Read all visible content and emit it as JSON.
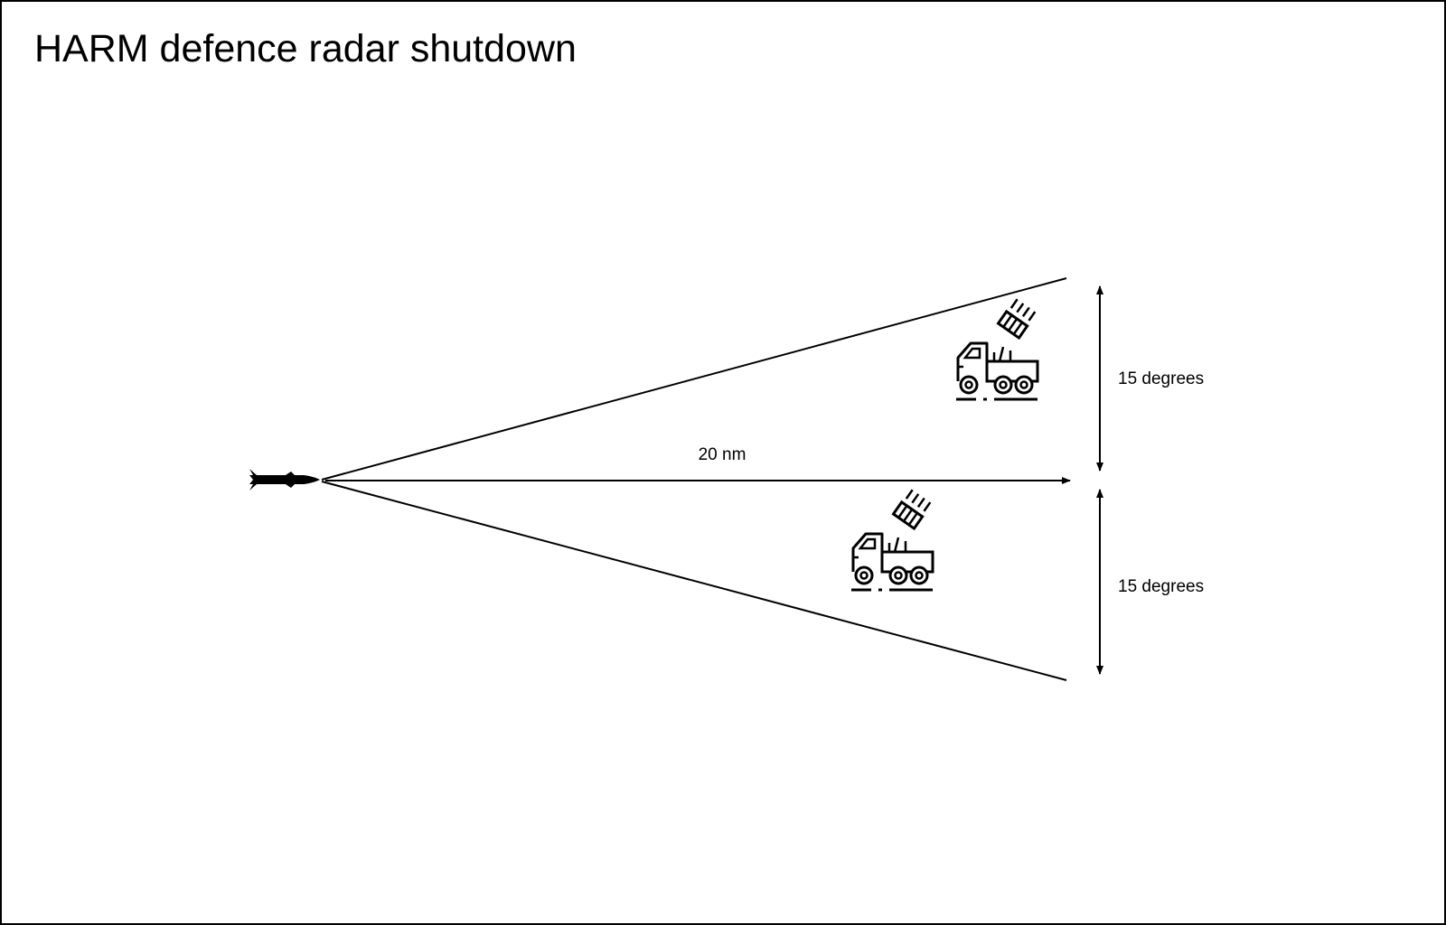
{
  "title": "HARM defence radar shutdown",
  "labels": {
    "range": "20 nm",
    "upper_angle": "15 degrees",
    "lower_angle": "15 degrees"
  },
  "icons": {
    "missile": "missile-icon",
    "launcher_upper": "missile-launcher-truck-icon",
    "launcher_lower": "missile-launcher-truck-icon"
  },
  "colors": {
    "stroke": "#000000",
    "background": "#ffffff"
  }
}
